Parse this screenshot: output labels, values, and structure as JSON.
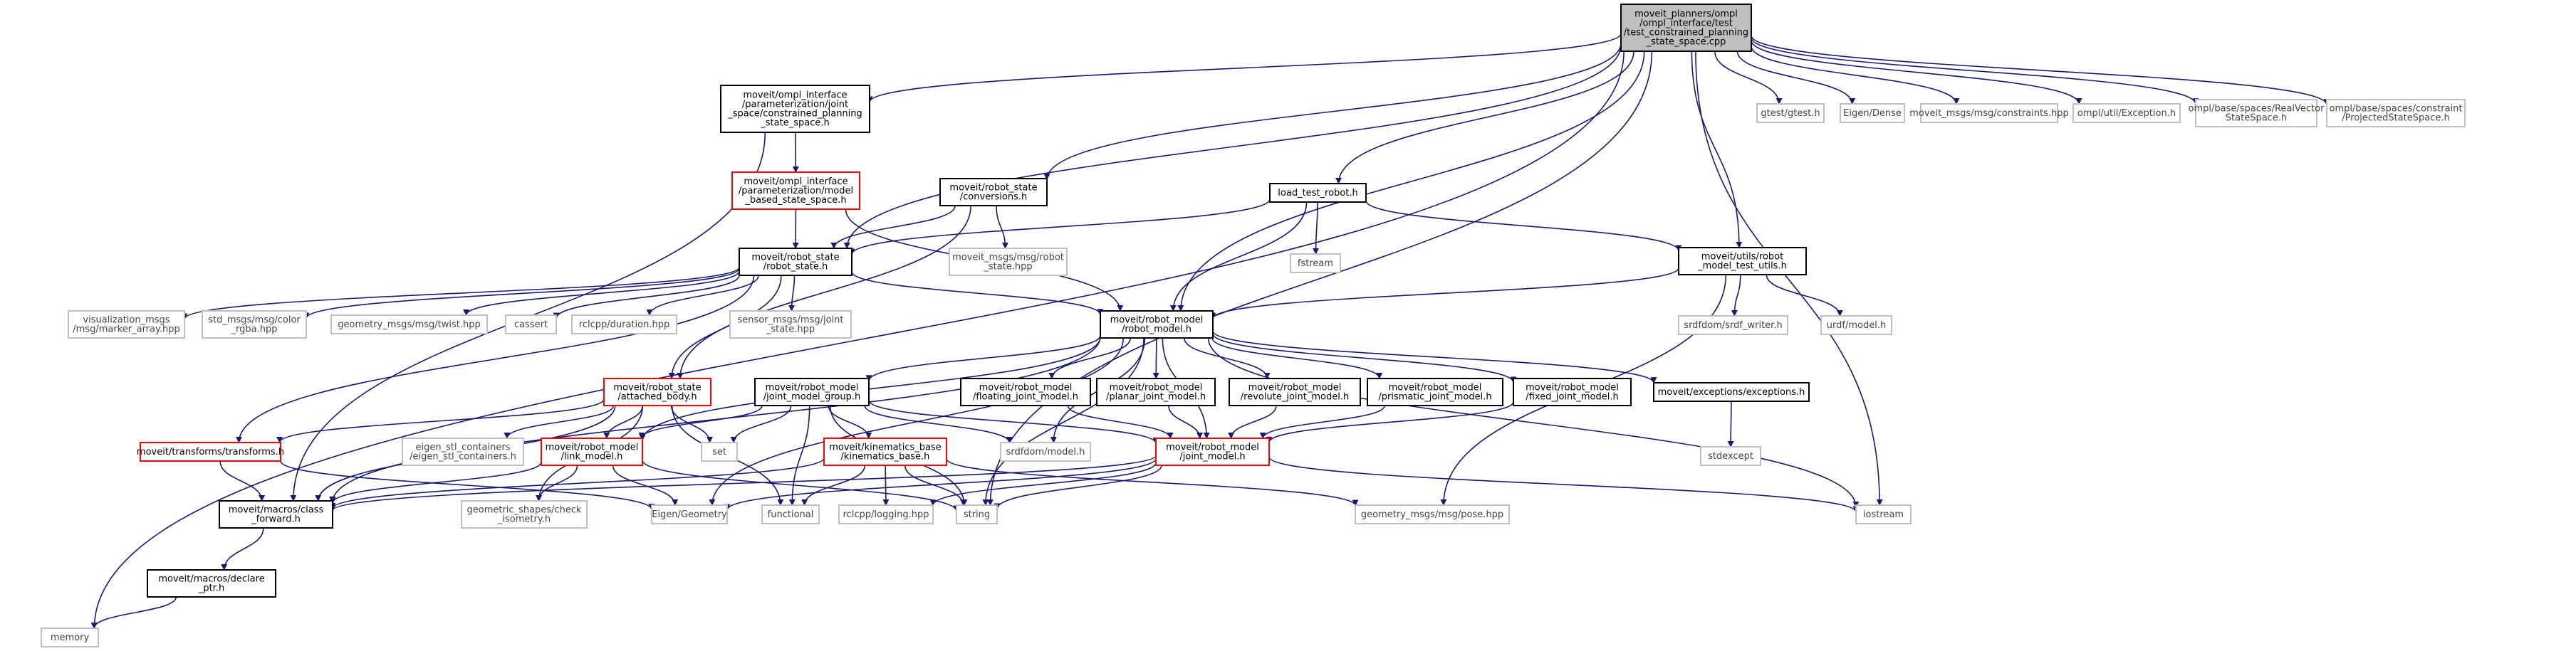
{
  "colors": {
    "edge": "#191970",
    "root_fill": "#bfbfbf",
    "root_stroke": "#000000",
    "normal_stroke": "#000000",
    "missing_stroke": "#ff0000",
    "system_stroke": "#bfbfbf",
    "node_fill": "#ffffff"
  },
  "nodes": [
    {
      "id": "root",
      "kind": "root",
      "lines": [
        "moveit_planners/ompl",
        "/ompl_interface/test",
        "/test_constrained_planning",
        "_state_space.cpp"
      ]
    },
    {
      "id": "cpss",
      "kind": "normal",
      "lines": [
        "moveit/ompl_interface",
        "/parameterization/joint",
        "_space/constrained_planning",
        "_state_space.h"
      ]
    },
    {
      "id": "gtest",
      "kind": "system",
      "lines": [
        "gtest/gtest.h"
      ]
    },
    {
      "id": "eigendense",
      "kind": "system",
      "lines": [
        "Eigen/Dense"
      ]
    },
    {
      "id": "constraints",
      "kind": "system",
      "lines": [
        "moveit_msgs/msg/constraints.hpp"
      ]
    },
    {
      "id": "ompl_exc",
      "kind": "system",
      "lines": [
        "ompl/util/Exception.h"
      ]
    },
    {
      "id": "rvss",
      "kind": "system",
      "lines": [
        "ompl/base/spaces/RealVector",
        "StateSpace.h"
      ]
    },
    {
      "id": "pss",
      "kind": "system",
      "lines": [
        "ompl/base/spaces/constraint",
        "/ProjectedStateSpace.h"
      ]
    },
    {
      "id": "mbss",
      "kind": "missing",
      "lines": [
        "moveit/ompl_interface",
        "/parameterization/model",
        "_based_state_space.h"
      ]
    },
    {
      "id": "conv",
      "kind": "normal",
      "lines": [
        "moveit/robot_state",
        "/conversions.h"
      ]
    },
    {
      "id": "ltr",
      "kind": "normal",
      "lines": [
        "load_test_robot.h"
      ]
    },
    {
      "id": "rmtu",
      "kind": "normal",
      "lines": [
        "moveit/utils/robot",
        "_model_test_utils.h"
      ]
    },
    {
      "id": "rs",
      "kind": "normal",
      "lines": [
        "moveit/robot_state",
        "/robot_state.h"
      ]
    },
    {
      "id": "rshpp",
      "kind": "system",
      "lines": [
        "moveit_msgs/msg/robot",
        "_state.hpp"
      ]
    },
    {
      "id": "fstream",
      "kind": "system",
      "lines": [
        "fstream"
      ]
    },
    {
      "id": "srdfw",
      "kind": "system",
      "lines": [
        "srdfdom/srdf_writer.h"
      ]
    },
    {
      "id": "urdf",
      "kind": "system",
      "lines": [
        "urdf/model.h"
      ]
    },
    {
      "id": "vis",
      "kind": "system",
      "lines": [
        "visualization_msgs",
        "/msg/marker_array.hpp"
      ]
    },
    {
      "id": "rgba",
      "kind": "system",
      "lines": [
        "std_msgs/msg/color",
        "_rgba.hpp"
      ]
    },
    {
      "id": "twist",
      "kind": "system",
      "lines": [
        "geometry_msgs/msg/twist.hpp"
      ]
    },
    {
      "id": "cassert",
      "kind": "system",
      "lines": [
        "cassert"
      ]
    },
    {
      "id": "duration",
      "kind": "system",
      "lines": [
        "rclcpp/duration.hpp"
      ]
    },
    {
      "id": "jshpp",
      "kind": "system",
      "lines": [
        "sensor_msgs/msg/joint",
        "_state.hpp"
      ]
    },
    {
      "id": "rm",
      "kind": "normal",
      "lines": [
        "moveit/robot_model",
        "/robot_model.h"
      ]
    },
    {
      "id": "ab",
      "kind": "missing",
      "lines": [
        "moveit/robot_state",
        "/attached_body.h"
      ]
    },
    {
      "id": "jmg",
      "kind": "normal",
      "lines": [
        "moveit/robot_model",
        "/joint_model_group.h"
      ]
    },
    {
      "id": "fjm",
      "kind": "normal",
      "lines": [
        "moveit/robot_model",
        "/floating_joint_model.h"
      ]
    },
    {
      "id": "pjm",
      "kind": "normal",
      "lines": [
        "moveit/robot_model",
        "/planar_joint_model.h"
      ]
    },
    {
      "id": "rjm",
      "kind": "normal",
      "lines": [
        "moveit/robot_model",
        "/revolute_joint_model.h"
      ]
    },
    {
      "id": "prjm",
      "kind": "normal",
      "lines": [
        "moveit/robot_model",
        "/prismatic_joint_model.h"
      ]
    },
    {
      "id": "fxjm",
      "kind": "normal",
      "lines": [
        "moveit/robot_model",
        "/fixed_joint_model.h"
      ]
    },
    {
      "id": "exc",
      "kind": "normal",
      "lines": [
        "moveit/exceptions/exceptions.h"
      ]
    },
    {
      "id": "tf",
      "kind": "missing",
      "lines": [
        "moveit/transforms/transforms.h"
      ]
    },
    {
      "id": "esc",
      "kind": "system",
      "lines": [
        "eigen_stl_containers",
        "/eigen_stl_containers.h"
      ]
    },
    {
      "id": "lm",
      "kind": "missing",
      "lines": [
        "moveit/robot_model",
        "/link_model.h"
      ]
    },
    {
      "id": "set",
      "kind": "system",
      "lines": [
        "set"
      ]
    },
    {
      "id": "kb",
      "kind": "missing",
      "lines": [
        "moveit/kinematics_base",
        "/kinematics_base.h"
      ]
    },
    {
      "id": "srdfm",
      "kind": "system",
      "lines": [
        "srdfdom/model.h"
      ]
    },
    {
      "id": "jm",
      "kind": "missing",
      "lines": [
        "moveit/robot_model",
        "/joint_model.h"
      ]
    },
    {
      "id": "stdexcept",
      "kind": "system",
      "lines": [
        "stdexcept"
      ]
    },
    {
      "id": "cf",
      "kind": "normal",
      "lines": [
        "moveit/macros/class",
        "_forward.h"
      ]
    },
    {
      "id": "eigeo",
      "kind": "system",
      "lines": [
        "Eigen/Geometry"
      ]
    },
    {
      "id": "functional",
      "kind": "system",
      "lines": [
        "functional"
      ]
    },
    {
      "id": "rlog",
      "kind": "system",
      "lines": [
        "rclcpp/logging.hpp"
      ]
    },
    {
      "id": "string",
      "kind": "system",
      "lines": [
        "string"
      ]
    },
    {
      "id": "pose",
      "kind": "system",
      "lines": [
        "geometry_msgs/msg/pose.hpp"
      ]
    },
    {
      "id": "iostream",
      "kind": "system",
      "lines": [
        "iostream"
      ]
    },
    {
      "id": "gsci",
      "kind": "system",
      "lines": [
        "geometric_shapes/check",
        "_isometry.h"
      ]
    },
    {
      "id": "dp",
      "kind": "normal",
      "lines": [
        "moveit/macros/declare",
        "_ptr.h"
      ]
    },
    {
      "id": "memory",
      "kind": "system",
      "lines": [
        "memory"
      ]
    }
  ],
  "edges": [
    [
      "root",
      "cpss"
    ],
    [
      "root",
      "gtest"
    ],
    [
      "root",
      "eigendense"
    ],
    [
      "root",
      "constraints"
    ],
    [
      "root",
      "ompl_exc"
    ],
    [
      "root",
      "rvss"
    ],
    [
      "root",
      "pss"
    ],
    [
      "root",
      "memory"
    ],
    [
      "root",
      "rs"
    ],
    [
      "root",
      "conv"
    ],
    [
      "root",
      "ltr"
    ],
    [
      "root",
      "rmtu"
    ],
    [
      "root",
      "rm"
    ],
    [
      "root",
      "string"
    ],
    [
      "root",
      "iostream"
    ],
    [
      "cpss",
      "mbss"
    ],
    [
      "cpss",
      "cf"
    ],
    [
      "mbss",
      "rs"
    ],
    [
      "mbss",
      "rm"
    ],
    [
      "conv",
      "rs"
    ],
    [
      "conv",
      "rshpp"
    ],
    [
      "conv",
      "ab"
    ],
    [
      "ltr",
      "rs"
    ],
    [
      "ltr",
      "fstream"
    ],
    [
      "ltr",
      "rmtu"
    ],
    [
      "ltr",
      "rm"
    ],
    [
      "rmtu",
      "rm"
    ],
    [
      "rmtu",
      "srdfw"
    ],
    [
      "rmtu",
      "urdf"
    ],
    [
      "rmtu",
      "pose"
    ],
    [
      "rs",
      "vis"
    ],
    [
      "rs",
      "rgba"
    ],
    [
      "rs",
      "twist"
    ],
    [
      "rs",
      "cassert"
    ],
    [
      "rs",
      "duration"
    ],
    [
      "rs",
      "jshpp"
    ],
    [
      "rs",
      "rm"
    ],
    [
      "rs",
      "ab"
    ],
    [
      "rs",
      "tf"
    ],
    [
      "rm",
      "jmg"
    ],
    [
      "rm",
      "fjm"
    ],
    [
      "rm",
      "pjm"
    ],
    [
      "rm",
      "rjm"
    ],
    [
      "rm",
      "prjm"
    ],
    [
      "rm",
      "fxjm"
    ],
    [
      "rm",
      "exc"
    ],
    [
      "rm",
      "srdfm"
    ],
    [
      "rm",
      "iostream"
    ],
    [
      "rm",
      "eigeo"
    ],
    [
      "rm",
      "cf"
    ],
    [
      "rm",
      "lm"
    ],
    [
      "rm",
      "string"
    ],
    [
      "rm",
      "jm"
    ],
    [
      "ab",
      "tf"
    ],
    [
      "ab",
      "esc"
    ],
    [
      "ab",
      "set"
    ],
    [
      "ab",
      "lm"
    ],
    [
      "ab",
      "functional"
    ],
    [
      "ab",
      "gsci"
    ],
    [
      "ab",
      "cf"
    ],
    [
      "jmg",
      "lm"
    ],
    [
      "jmg",
      "set"
    ],
    [
      "jmg",
      "kb"
    ],
    [
      "jmg",
      "srdfm"
    ],
    [
      "jmg",
      "functional"
    ],
    [
      "jmg",
      "string"
    ],
    [
      "jmg",
      "jm"
    ],
    [
      "fjm",
      "jm"
    ],
    [
      "pjm",
      "jm"
    ],
    [
      "rjm",
      "jm"
    ],
    [
      "prjm",
      "jm"
    ],
    [
      "fxjm",
      "jm"
    ],
    [
      "exc",
      "stdexcept"
    ],
    [
      "tf",
      "cf"
    ],
    [
      "tf",
      "eigeo"
    ],
    [
      "lm",
      "cf"
    ],
    [
      "lm",
      "eigeo"
    ],
    [
      "lm",
      "gsci"
    ],
    [
      "lm",
      "string"
    ],
    [
      "kb",
      "cf"
    ],
    [
      "kb",
      "functional"
    ],
    [
      "kb",
      "rlog"
    ],
    [
      "kb",
      "string"
    ],
    [
      "kb",
      "pose"
    ],
    [
      "jm",
      "cf"
    ],
    [
      "jm",
      "eigeo"
    ],
    [
      "jm",
      "rlog"
    ],
    [
      "jm",
      "string"
    ],
    [
      "jm",
      "iostream"
    ],
    [
      "cf",
      "dp"
    ],
    [
      "dp",
      "memory"
    ]
  ]
}
